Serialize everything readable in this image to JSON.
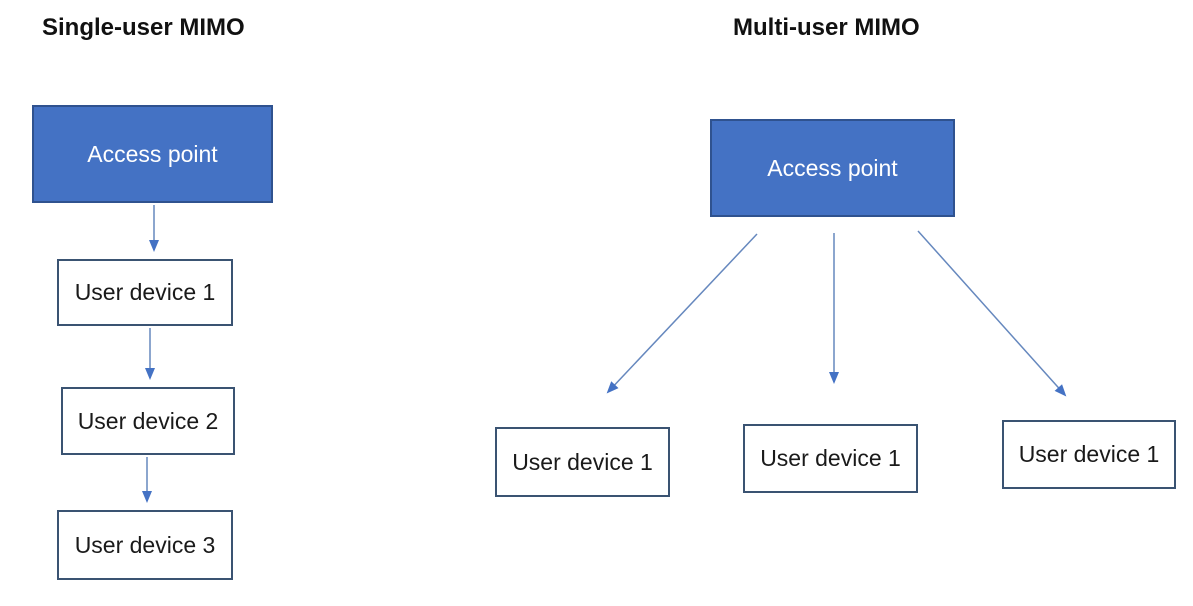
{
  "diagrams": [
    {
      "title": "Single-user MIMO",
      "access_point": {
        "label": "Access point"
      },
      "devices": [
        {
          "label": "User device 1"
        },
        {
          "label": "User device 2"
        },
        {
          "label": "User device 3"
        }
      ]
    },
    {
      "title": "Multi-user MIMO",
      "access_point": {
        "label": "Access point"
      },
      "devices": [
        {
          "label": "User device 1"
        },
        {
          "label": "User device 1"
        },
        {
          "label": "User device 1"
        }
      ]
    }
  ],
  "colors": {
    "access_point_fill": "#4472C4",
    "access_point_border": "#2F528F",
    "device_border": "#3A5372",
    "connector": "#6688BE",
    "arrowhead": "#4472C4"
  }
}
